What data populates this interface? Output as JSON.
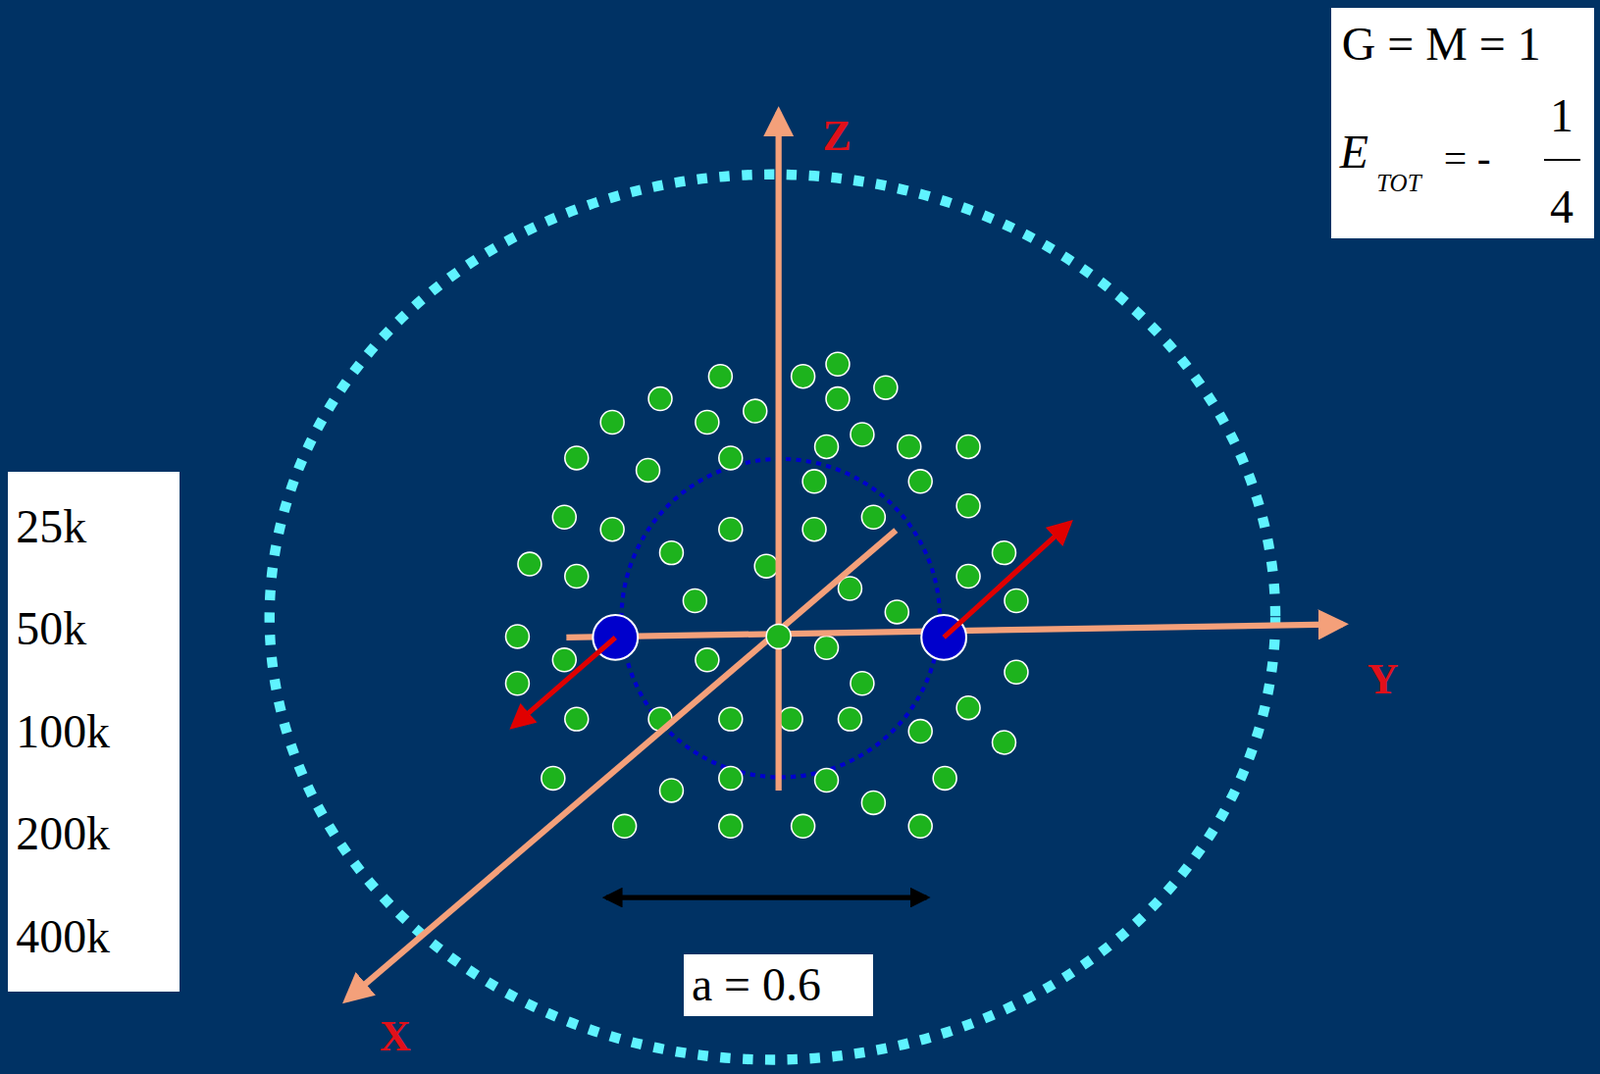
{
  "diagram": {
    "nodes": [
      {
        "text": [
          "G = M = 1",
          "E",
          "TOT",
          "= -",
          "1",
          "4"
        ]
      },
      {
        "text": [
          "25k",
          "50k",
          "100k",
          "200k",
          "400k"
        ]
      },
      {
        "text": [
          "a = 0.6"
        ]
      }
    ],
    "labels": [
      "Z",
      "Y",
      "X"
    ]
  }
}
